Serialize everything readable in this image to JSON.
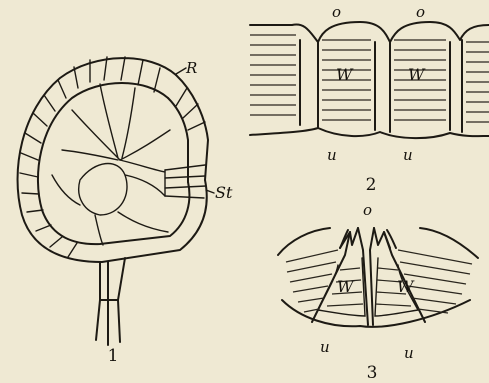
{
  "figure": {
    "fig1": {
      "number": "1",
      "label_r": "R",
      "label_st": "St"
    },
    "fig2": {
      "number": "2",
      "label_o1": "o",
      "label_o2": "o",
      "label_w1": "W",
      "label_w2": "W",
      "label_u1": "u",
      "label_u2": "u"
    },
    "fig3": {
      "number": "3",
      "label_o": "o",
      "label_w1": "W",
      "label_w2": "W",
      "label_u1": "u",
      "label_u2": "u"
    }
  },
  "colors": {
    "paper": "#efe9d3",
    "ink": "#1d1a14"
  }
}
